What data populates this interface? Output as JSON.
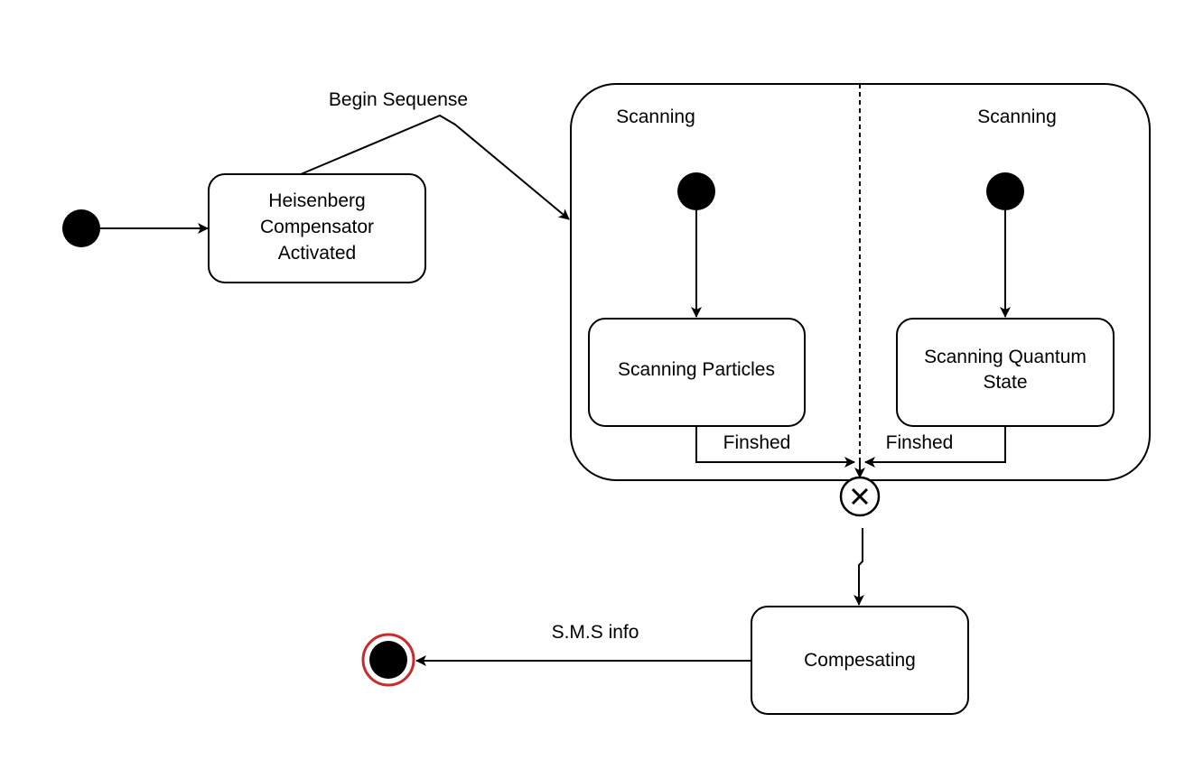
{
  "states": {
    "heisenberg": [
      "Heisenberg",
      "Compensator",
      "Activated"
    ],
    "scanning_particles": [
      "Scanning Particles"
    ],
    "scanning_quantum": [
      "Scanning Quantum",
      "State"
    ],
    "compensating": [
      "Compesating"
    ]
  },
  "composite": {
    "left_region_label": "Scanning",
    "right_region_label": "Scanning"
  },
  "transitions": {
    "begin": "Begin Sequense",
    "finished_left": "Finshed",
    "finished_right": "Finshed",
    "sms": "S.M.S info"
  },
  "colors": {
    "stroke": "#000000",
    "final_ring": "#cc2b2b",
    "fill": "#ffffff"
  }
}
